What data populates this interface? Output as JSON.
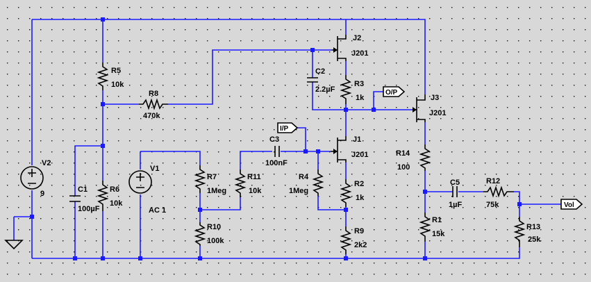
{
  "components": {
    "r5": {
      "name": "R5",
      "value": "10k"
    },
    "r8": {
      "name": "R8",
      "value": "470k"
    },
    "r6": {
      "name": "R6",
      "value": "10k"
    },
    "r7": {
      "name": "R7",
      "value": "1Meg"
    },
    "r10": {
      "name": "R10",
      "value": "100k"
    },
    "r11": {
      "name": "R11",
      "value": "10k"
    },
    "r4": {
      "name": "R4",
      "value": "1Meg"
    },
    "r3": {
      "name": "R3",
      "value": "1k"
    },
    "r2": {
      "name": "R2",
      "value": "1k"
    },
    "r9": {
      "name": "R9",
      "value": "2k2"
    },
    "r14": {
      "name": "R14",
      "value": "100"
    },
    "r1": {
      "name": "R1",
      "value": "15k"
    },
    "r12": {
      "name": "R12",
      "value": "75k"
    },
    "r13": {
      "name": "R13",
      "value": "25k"
    },
    "c1": {
      "name": "C1",
      "value": "100µF"
    },
    "c2": {
      "name": "C2",
      "value": "2.2µF"
    },
    "c3": {
      "name": "C3",
      "value": "100nF"
    },
    "c5": {
      "name": "C5",
      "value": "1µF"
    },
    "v1": {
      "name": "V1",
      "value": "AC 1"
    },
    "v2": {
      "name": "V2",
      "value": "9"
    },
    "j1": {
      "name": "J1",
      "value": "J201"
    },
    "j2": {
      "name": "J2",
      "value": "J201"
    },
    "j3": {
      "name": "J3",
      "value": "J201"
    }
  },
  "net_labels": {
    "input": "I/P",
    "output": "O/P",
    "volume": "Vol"
  },
  "colors": {
    "background": "#d8d8d8",
    "wire": "#1a1aff",
    "component": "#000000"
  }
}
